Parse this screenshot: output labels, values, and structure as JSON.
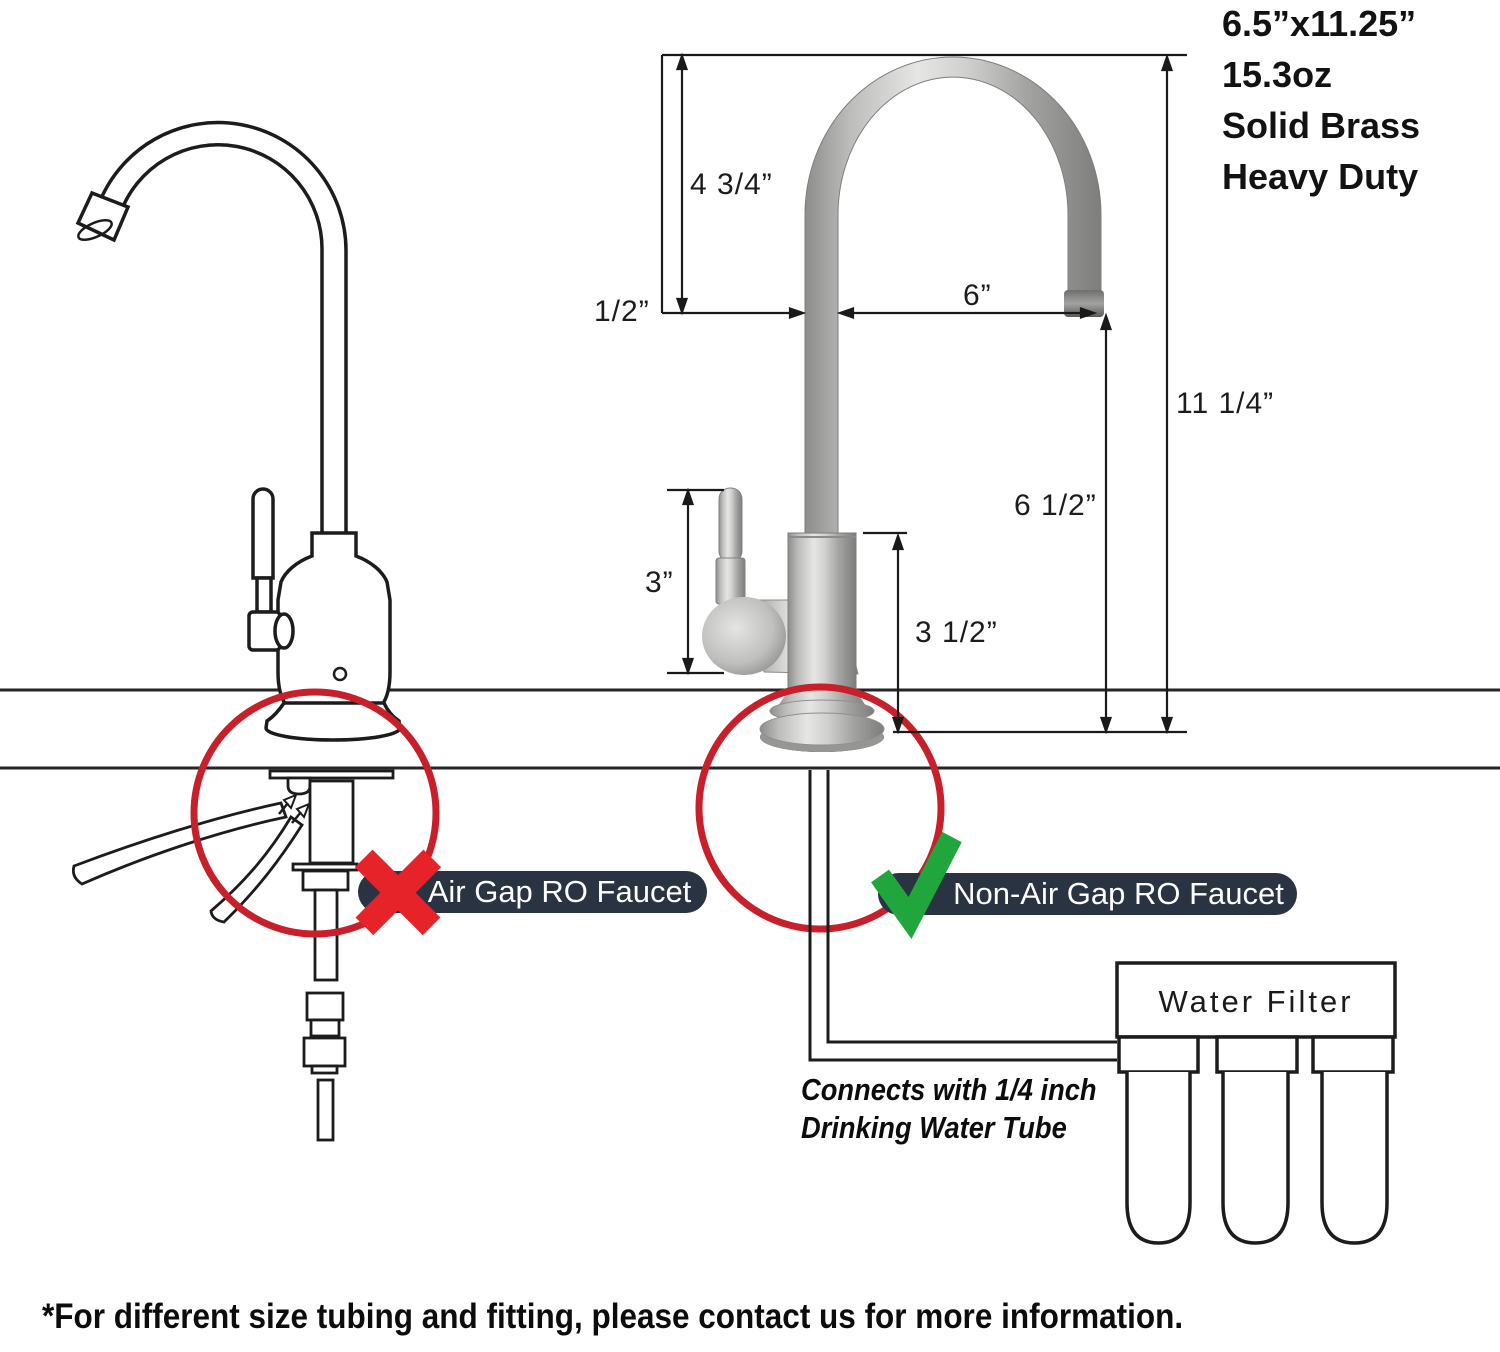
{
  "specs": {
    "size": "6.5”x11.25”",
    "weight": "15.3oz",
    "material": "Solid Brass",
    "grade": "Heavy Duty"
  },
  "dimensions": {
    "spout_arc_height": "4 3/4”",
    "spout_offset": "1/2”",
    "spout_reach": "6”",
    "overall_height": "11 1/4”",
    "spout_clearance": "6 1/2”",
    "handle_height": "3”",
    "body_height": "3 1/2”"
  },
  "banners": {
    "air_gap": "Air Gap RO Faucet",
    "non_air_gap": "Non-Air Gap RO Faucet"
  },
  "filter": {
    "label": "Water Filter"
  },
  "tube_note": {
    "line1": "Connects with 1/4 inch",
    "line2": "Drinking Water Tube"
  },
  "footnote": "*For different size tubing and fitting, please contact us for more information.",
  "colors": {
    "banner_bg": "#293342",
    "cross_red": "#e52329",
    "check_green": "#21a63e",
    "circle_red": "#c8202a",
    "ink": "#1c1c1c"
  }
}
